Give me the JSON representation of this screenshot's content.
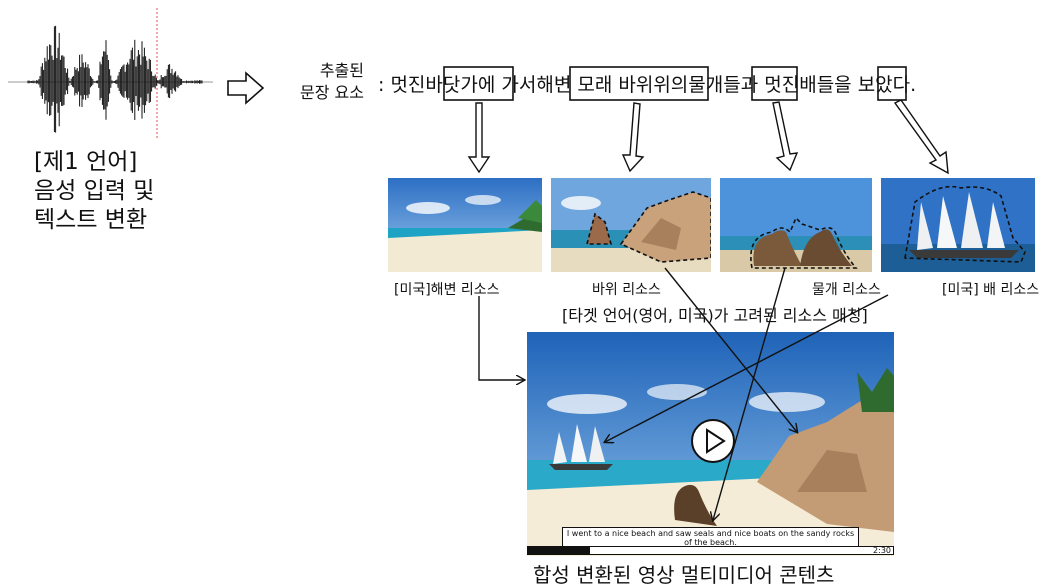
{
  "input": {
    "caption_lines": [
      "[제1 언어]",
      "음성 입력 및",
      "텍스트 변환"
    ]
  },
  "extracted": {
    "label_lines": [
      "추출된",
      "문장 요소"
    ],
    "sentence_parts": [
      ": 멋진 ",
      "바닷가",
      "에 가서 ",
      "해변 모래 바위",
      " 위의 ",
      "물개",
      "들과 멋진 ",
      "배",
      "들을 보았다."
    ]
  },
  "resources": [
    {
      "label": "[미국]해변 리소스",
      "subject": "beach"
    },
    {
      "label": "바위 리소스",
      "subject": "rocks"
    },
    {
      "label": "물개 리소스",
      "subject": "seals"
    },
    {
      "label": "[미국] 배 리소스",
      "subject": "ship"
    }
  ],
  "matching_label": "[타겟 언어(영어, 미국)가 고려된 리소스 매칭]",
  "video": {
    "subtitle": "I went to a nice beach and saw seals and nice boats on the sandy rocks of the beach.",
    "time": "2:30",
    "progress_fraction": 0.17,
    "play_icon": "play-icon"
  },
  "output_caption": "합성 변환된 영상 멀티미디어 콘텐츠",
  "colors": {
    "sky": "#2e7bd0",
    "sea": "#2aa9c9",
    "sand": "#f4ecd6",
    "rock": "#b08865"
  }
}
